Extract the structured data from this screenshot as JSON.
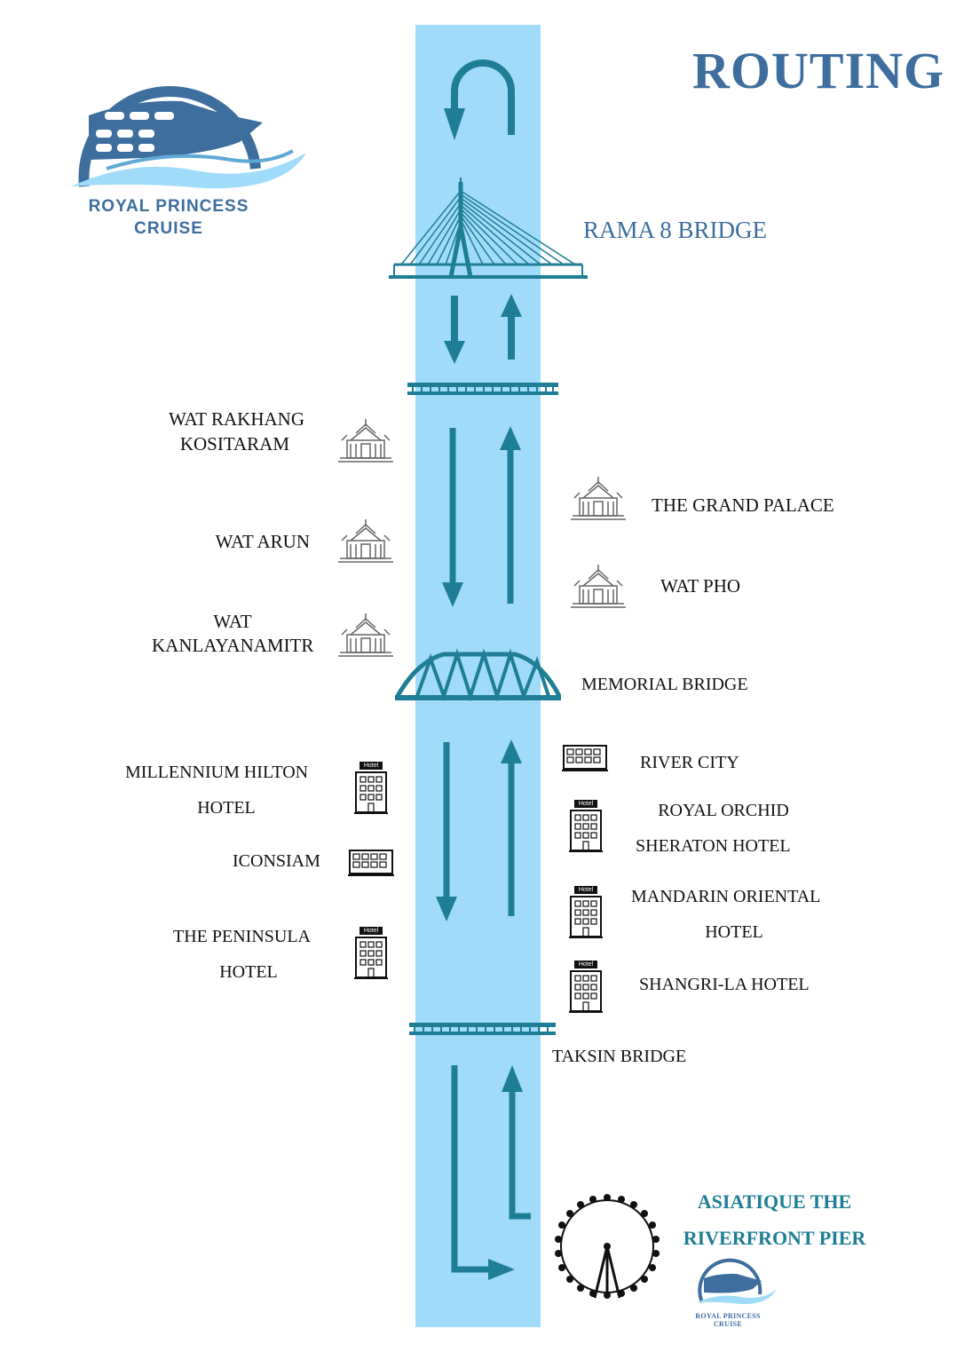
{
  "title": "ROUTING",
  "brand": {
    "line1": "ROYAL PRINCESS",
    "line2": "CRUISE",
    "small_line1": "ROYAL PRINCESS",
    "small_line2": "CRUISE"
  },
  "colors": {
    "river": "#a0dcfa",
    "route_arrows": "#1e7e96",
    "brand_blue": "#3d6e9e",
    "label_text": "#111111"
  },
  "stops": {
    "rama8": "RAMA 8 BRIDGE",
    "wat_rakhang_1": "WAT RAKHANG",
    "wat_rakhang_2": "KOSITARAM",
    "grand_palace": "THE GRAND PALACE",
    "wat_arun": "WAT ARUN",
    "wat_pho": "WAT PHO",
    "wat_kanlaya_1": "WAT",
    "wat_kanlaya_2": "KANLAYANAMITR",
    "memorial": "MEMORIAL BRIDGE",
    "millennium_1": "MILLENNIUM HILTON",
    "millennium_2": "HOTEL",
    "river_city": "RIVER CITY",
    "royal_orchid_1": "ROYAL ORCHID",
    "royal_orchid_2": "SHERATON HOTEL",
    "iconsiam": "ICONSIAM",
    "mandarin_1": "MANDARIN ORIENTAL",
    "mandarin_2": "HOTEL",
    "peninsula_1": "THE PENINSULA",
    "peninsula_2": "HOTEL",
    "shangrila": "SHANGRI-LA HOTEL",
    "taksin": "TAKSIN BRIDGE",
    "asiatique_1": "ASIATIQUE THE",
    "asiatique_2": "RIVERFRONT PIER"
  },
  "hotel_sign": "Hotel",
  "icons": [
    "cruise-ship-logo-icon",
    "cable-stayed-bridge-icon",
    "flat-bridge-icon",
    "truss-bridge-icon",
    "temple-icon",
    "hotel-building-icon",
    "mall-building-icon",
    "ferris-wheel-icon"
  ]
}
